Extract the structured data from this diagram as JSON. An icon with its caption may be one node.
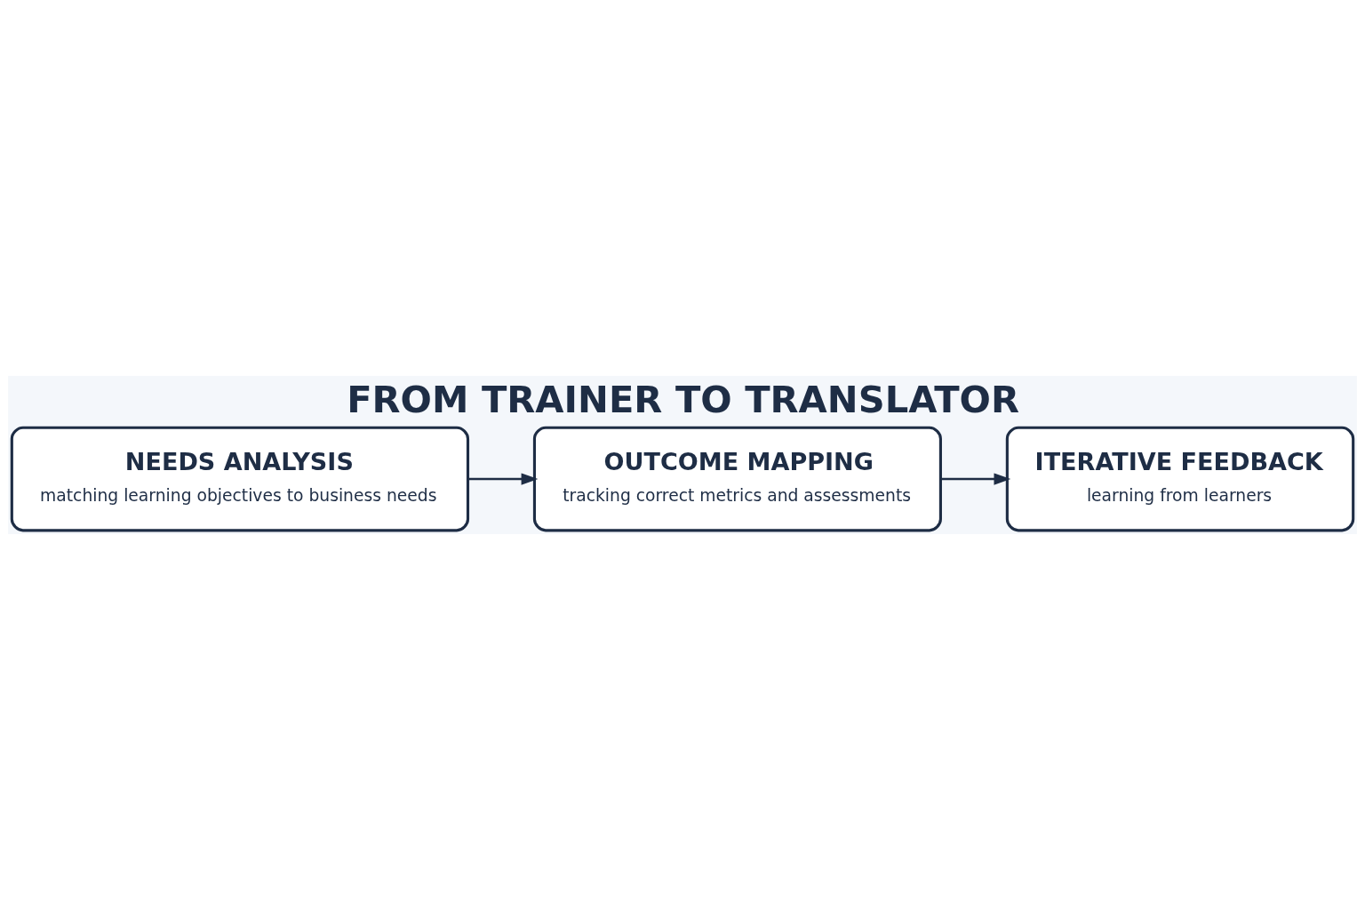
{
  "diagram": {
    "title": "FROM TRAINER TO TRANSLATOR",
    "nodes": [
      {
        "text": [
          "NEEDS ANALYSIS",
          "matching learning objectives to business needs"
        ]
      },
      {
        "text": [
          "OUTCOME MAPPING",
          "tracking correct metrics and assessments"
        ]
      },
      {
        "text": [
          "ITERATIVE FEEDBACK",
          "learning from learners"
        ]
      }
    ],
    "edges": [
      {
        "from": 0,
        "to": 1,
        "arrow": "to"
      },
      {
        "from": 1,
        "to": 2,
        "arrow": "to"
      }
    ]
  }
}
